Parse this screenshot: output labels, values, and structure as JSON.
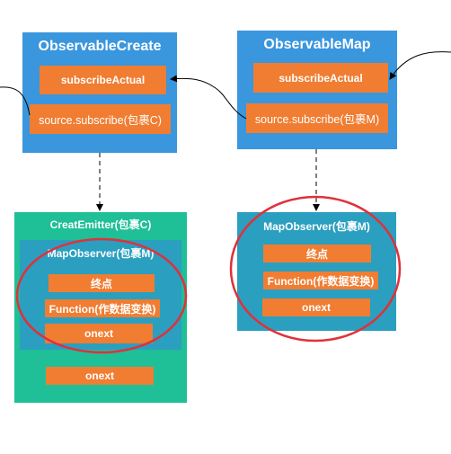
{
  "observable_create": {
    "title": "ObservableCreate",
    "subscribe_actual": "subscribeActual",
    "source_subscribe": "source.subscribe(包裹C)"
  },
  "observable_map": {
    "title": "ObservableMap",
    "subscribe_actual": "subscribeActual",
    "source_subscribe": "source.subscribe(包裹M)"
  },
  "creat_emitter": {
    "title": "CreatEmitter(包裹C)",
    "inner_title": "MapObserver(包裹M)",
    "items": [
      "终点",
      "Function(作数据变换)",
      "onext"
    ],
    "outer_item": "onext"
  },
  "map_observer": {
    "title": "MapObserver(包裹M)",
    "items": [
      "终点",
      "Function(作数据变换)",
      "onext"
    ]
  },
  "colors": {
    "observable_box": "#3a96dd",
    "emitter_box": "#1fbf97",
    "observer_box": "#2a9fc0",
    "method_box": "#f07d32",
    "highlight_ellipse": "#e0313a"
  }
}
